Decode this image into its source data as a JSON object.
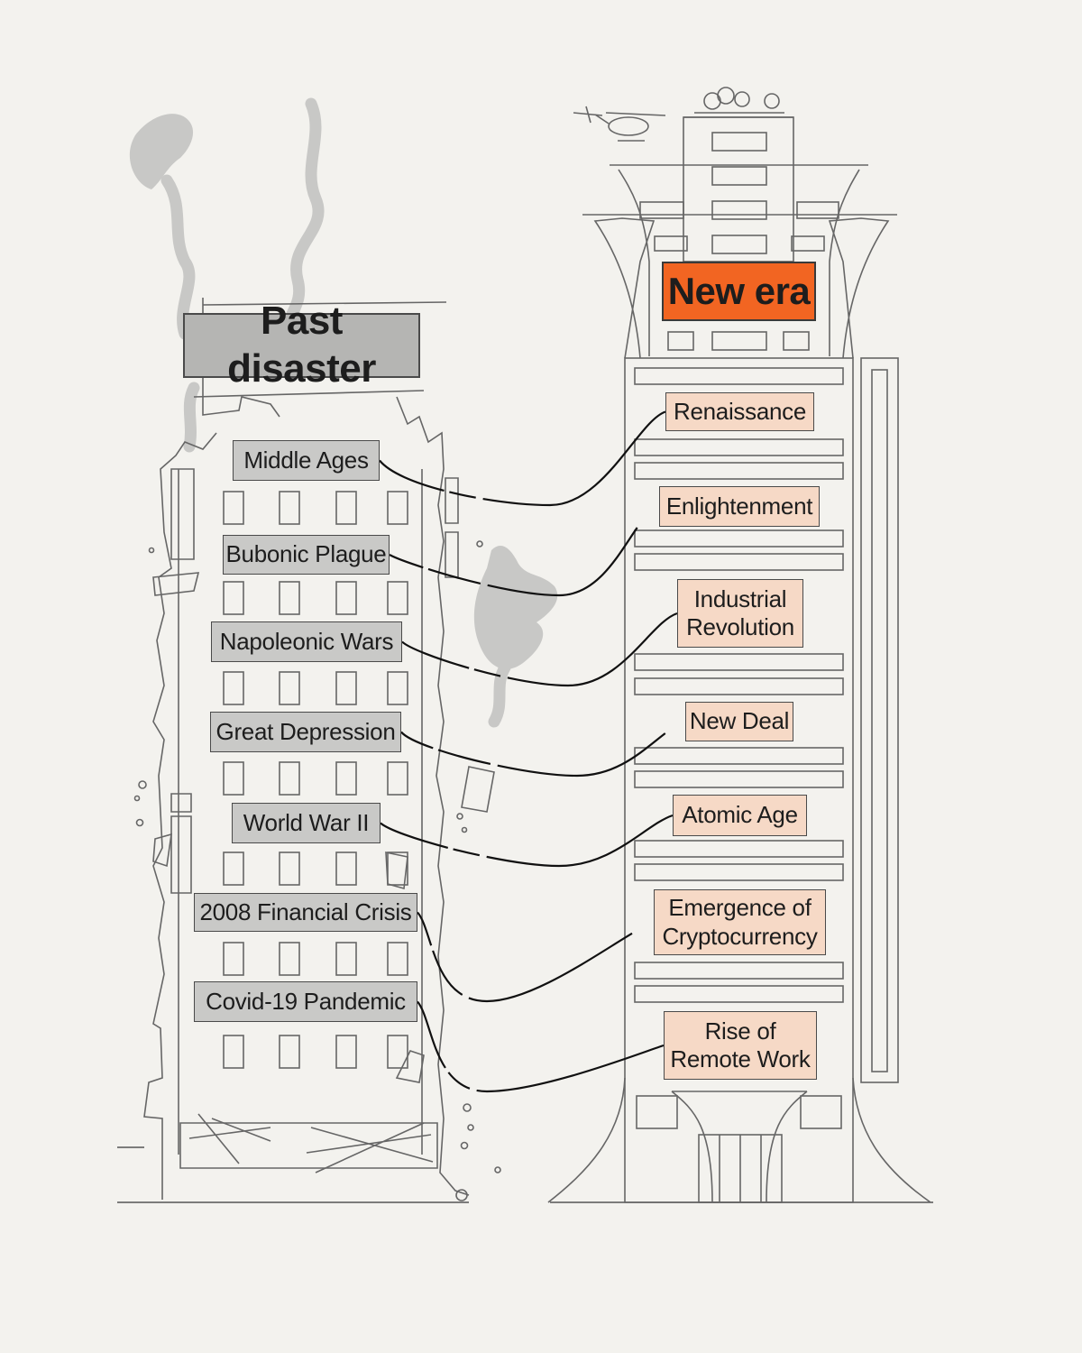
{
  "headers": {
    "past": "Past disaster",
    "new": "New era"
  },
  "colors": {
    "background": "#f3f2ee",
    "past_box": "#c9c9c7",
    "era_box": "#f6d9c6",
    "new_era_header": "#f26522",
    "smoke": "#c8c8c6",
    "line": "#111111"
  },
  "pairs": [
    {
      "past": "Middle Ages",
      "era": "Renaissance"
    },
    {
      "past": "Bubonic Plague",
      "era": "Enlightenment"
    },
    {
      "past": "Napoleonic Wars",
      "era": "Industrial\nRevolution"
    },
    {
      "past": "Great Depression",
      "era": "New Deal"
    },
    {
      "past": "World War II",
      "era": "Atomic Age"
    },
    {
      "past": "2008 Financial Crisis",
      "era": "Emergence of\nCryptocurrency"
    },
    {
      "past": "Covid-19 Pandemic",
      "era": "Rise of\nRemote Work"
    }
  ]
}
